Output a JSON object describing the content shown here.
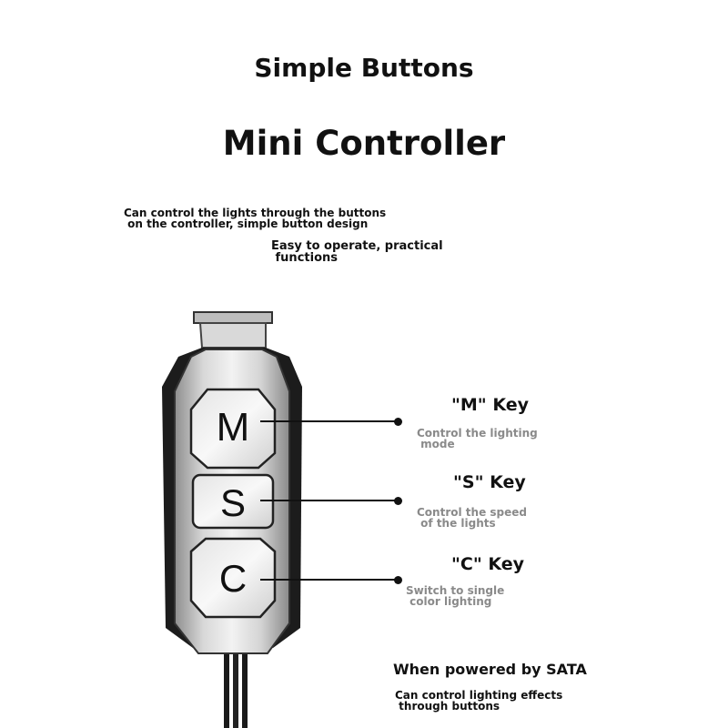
{
  "header": {
    "title": "Simple Buttons",
    "subtitle": "Mini Controller"
  },
  "intro": {
    "line1": "Can control the lights through the buttons\n on the controller, simple button design",
    "line2": "Easy to operate, practical\n functions"
  },
  "controller": {
    "buttons": [
      {
        "letter": "M"
      },
      {
        "letter": "S"
      },
      {
        "letter": "C"
      }
    ]
  },
  "keys": [
    {
      "title": "\"M\" Key",
      "desc": "Control the lighting\n mode"
    },
    {
      "title": "\"S\" Key",
      "desc": "Control the speed\n of the lights"
    },
    {
      "title": "\"C\" Key",
      "desc": "Switch to single\n color lighting"
    }
  ],
  "footer": {
    "title": "When powered by SATA",
    "desc": "Can control lighting effects\n through buttons"
  }
}
